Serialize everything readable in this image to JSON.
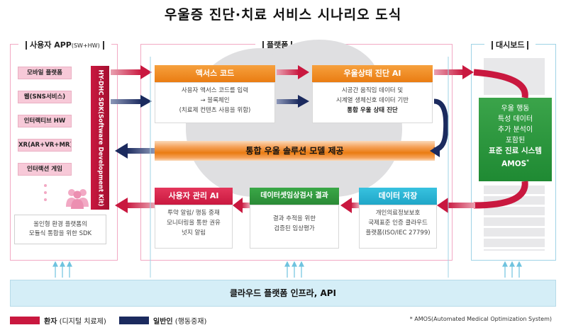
{
  "title": "우울증 진단·치료 서비스 시나리오 도식",
  "panels": {
    "user_app": "사용자 APP",
    "user_app_suffix": "(SW+HW)",
    "platform": "플랫폼",
    "dashboard": "대시보드"
  },
  "user_items": [
    "모바일 플랫폼",
    "웹(SNS서비스)",
    "인터랙티브 HW",
    "XR(AR+VR+MR)",
    "인터랙션 게임"
  ],
  "sdk_bar": "HY-DHC SDK(Software Development Kit)",
  "sdk_desc": [
    "올인형 환경 플랫폼의",
    "모듈식 통합을 위한 SDK"
  ],
  "access_code": {
    "head": "액서스 코드",
    "lines": [
      "사용자 액서스 코드를 입력",
      "→ 블록체인",
      "(치료제 컨텐츠 사용을 위함)"
    ]
  },
  "diagnosis": {
    "head": "우울상태 진단 AI",
    "lines": [
      "시공간 움직임 데이터 및",
      "시계열 생체신호 데이터 기반"
    ],
    "bold_line": "통합 우울 상태 진단"
  },
  "solution_bar": "통합 우울 솔루션 모델 제공",
  "user_mgmt": {
    "head": "사용자 관리 AI",
    "lines": [
      "투약 알림/ 행동 중재",
      "모니터링을 통한 권유",
      "넛지 알림"
    ]
  },
  "dataset": {
    "head": "데이터셋임상검사 결과",
    "lines": [
      "결과 추적을 위한",
      "검증된 임상평가"
    ]
  },
  "storage": {
    "head": "데이터 저장",
    "lines": [
      "개인의료정보보호",
      "국제표준 인증 클라우드",
      "플랫폼(ISO/IEC 27799)"
    ]
  },
  "amos": {
    "lines": [
      "우울 행동",
      "특성 데이터",
      "추가 분석이",
      "포함된"
    ],
    "bold_lines": [
      "표준 진료 시스템",
      "AMOS"
    ],
    "mark": "*"
  },
  "cloud_infra": "클라우드 플랫폼 인프라, API",
  "legend": {
    "patient_bold": "환자",
    "patient_rest": " (디지털 치료제)",
    "general_bold": "일반인",
    "general_rest": " (행동중재)"
  },
  "footnote": "*  AMOS(Automated Medical Optimization System)",
  "colors": {
    "patient": "#c9183f",
    "general": "#1b2a5e",
    "orange": "#ea7c12",
    "green": "#2a8a36",
    "cyan": "#20a6c8"
  }
}
